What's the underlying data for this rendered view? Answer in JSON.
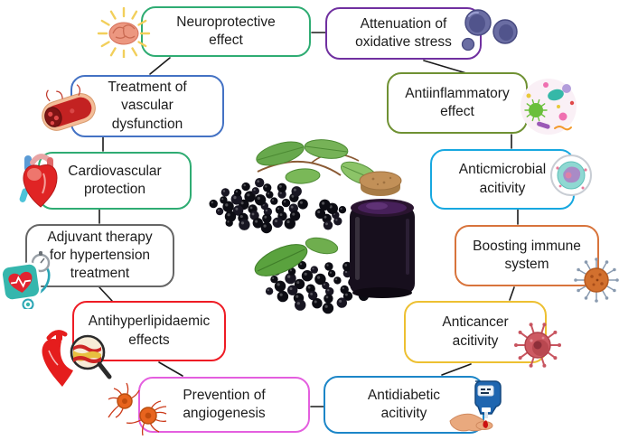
{
  "nodes": {
    "neuroprotective": {
      "label": "Neuroprotective\neffect",
      "border_color": "#2fac73",
      "icon": "brain-icon"
    },
    "oxidative_stress": {
      "label": "Attenuation of\noxidative stress",
      "border_color": "#7030a0",
      "icon": "oxidative-cells-icon"
    },
    "vascular": {
      "label": "Treatment of\nvascular\ndysfunction",
      "border_color": "#4472c4",
      "icon": "blood-vessel-icon"
    },
    "antiinflammatory": {
      "label": "Antiinflammatory\neffect",
      "border_color": "#6f9133",
      "icon": "microbes-icon"
    },
    "cardiovascular": {
      "label": "Cardiovascular\nprotection",
      "border_color": "#2fac73",
      "icon": "heart-icon"
    },
    "antimicrobial": {
      "label": "Anticmicrobial\nacitivity",
      "border_color": "#17a8e0",
      "icon": "petri-dish-icon"
    },
    "hypertension": {
      "label": "Adjuvant therapy\nfor hypertension\ntreatment",
      "border_color": "#666666",
      "icon": "bp-monitor-icon"
    },
    "immune": {
      "label": "Boosting immune\nsystem",
      "border_color": "#d8743c",
      "icon": "virus-icon"
    },
    "antihyperlipidaemic": {
      "label": "Antihyperlipidaemic\neffects",
      "border_color": "#ee1c25",
      "icon": "heart-magnifier-icon"
    },
    "anticancer": {
      "label": "Anticancer\nacitivity",
      "border_color": "#edc032",
      "icon": "cancer-cell-icon"
    },
    "angiogenesis": {
      "label": "Prevention of\nangiogenesis",
      "border_color": "#e45fdf",
      "icon": "angiogenesis-cells-icon"
    },
    "antidiabetic": {
      "label": "Antidiabetic\nacitivity",
      "border_color": "#1c86c8",
      "icon": "glucometer-icon"
    }
  },
  "edges": [
    [
      "neuroprotective",
      "oxidative_stress"
    ],
    [
      "neuroprotective",
      "vascular"
    ],
    [
      "vascular",
      "cardiovascular"
    ],
    [
      "cardiovascular",
      "hypertension"
    ],
    [
      "hypertension",
      "antihyperlipidaemic"
    ],
    [
      "antihyperlipidaemic",
      "angiogenesis"
    ],
    [
      "angiogenesis",
      "antidiabetic"
    ],
    [
      "antidiabetic",
      "anticancer"
    ],
    [
      "anticancer",
      "immune"
    ],
    [
      "immune",
      "antimicrobial"
    ],
    [
      "antimicrobial",
      "antiinflammatory"
    ],
    [
      "antiinflammatory",
      "oxidative_stress"
    ]
  ],
  "center_illustration": {
    "items": [
      "elderberry-leaves",
      "elderberry-cluster",
      "cork-lid",
      "elderberry-extract-jar"
    ]
  },
  "connector_color": "#1a1a1a",
  "background_color": "#ffffff"
}
